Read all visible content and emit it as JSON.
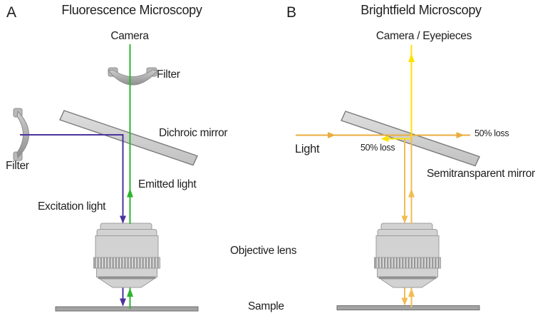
{
  "diagram": {
    "panel_a": {
      "letter": "A",
      "title": "Fluorescence Microscopy",
      "camera_label": "Camera",
      "filter_top_label": "Filter",
      "dichroic_mirror_label": "Dichroic mirror",
      "filter_left_label": "Filter",
      "emitted_light_label": "Emitted light",
      "excitation_light_label": "Excitation light"
    },
    "panel_b": {
      "letter": "B",
      "title": "Brightfield Microscopy",
      "camera_label": "Camera / Eyepieces",
      "light_label": "Light",
      "loss_reflected_label": "50% loss",
      "loss_transmitted_label": "50% loss",
      "mirror_label": "Semitransparent mirror"
    },
    "shared": {
      "objective_label": "Objective lens",
      "sample_label": "Sample"
    },
    "colors": {
      "excitation_light": "#4b339e",
      "emitted_light": "#2db42d",
      "light_beam_bright": "#ffe100",
      "light_beam_amber": "#e9ac3e",
      "light_beam_amber_soft": "#f2bc52",
      "mirror_fill": "#d4d4d4",
      "metal_fill": "#d2d2d2",
      "sample_fill": "#a3a3a3"
    }
  }
}
